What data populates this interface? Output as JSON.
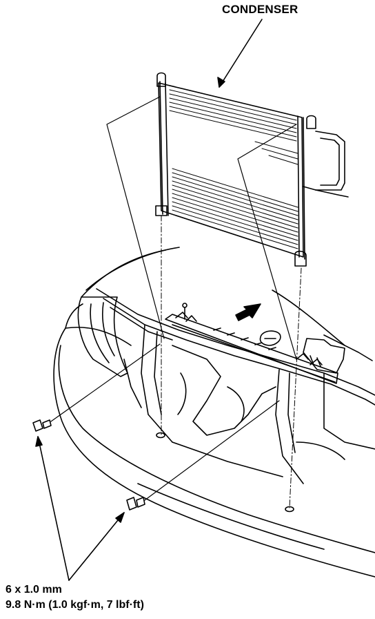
{
  "labels": {
    "condenser": "CONDENSER",
    "bolt_size": "6 x 1.0 mm",
    "torque": "9.8 N·m (1.0 kgf·m, 7 lbf·ft)"
  }
}
